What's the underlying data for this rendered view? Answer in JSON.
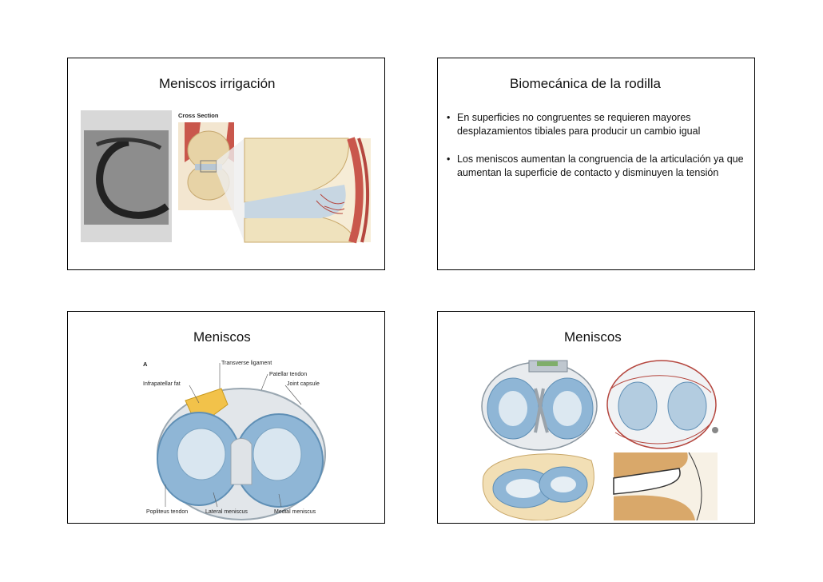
{
  "slides": [
    {
      "title": "Meniscos irrigación",
      "figure": {
        "label": "Cross Section"
      }
    },
    {
      "title": "Biomecánica de la rodilla",
      "bullets": [
        "En superficies no congruentes se requieren mayores desplazamientos tibiales para producir un cambio igual",
        "Los meniscos aumentan la congruencia de la articulación ya que aumentan  la superficie de contacto y disminuyen la tensión"
      ]
    },
    {
      "title": "Meniscos",
      "figure": {
        "panel_letter": "A",
        "labels": {
          "transverse": "Transverse ligament",
          "patellar": "Patellar tendon",
          "infrapatellar": "Infrapatellar fat",
          "capsule": "Joint capsule",
          "popliteus": "Popliteus tendon",
          "lateral": "Lateral meniscus",
          "medial": "Medial meniscus"
        }
      }
    },
    {
      "title": "Meniscos"
    }
  ],
  "colors": {
    "meniscus": "#8fb6d6",
    "fat": "#f2c24a",
    "bone": "#e9d9b8",
    "vessel": "#b5473f"
  }
}
